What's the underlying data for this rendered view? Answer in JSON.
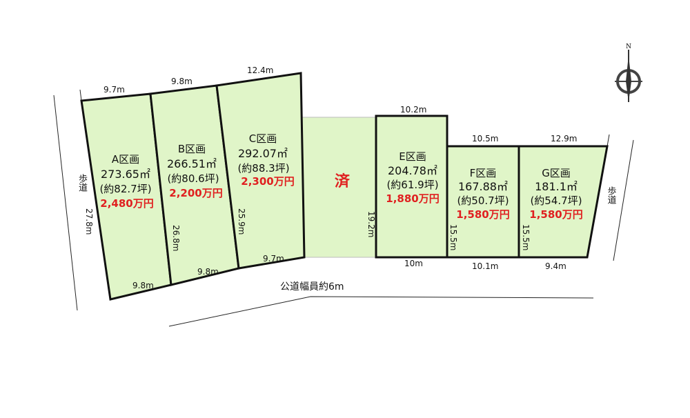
{
  "lots": [
    {
      "name": "A区画",
      "area": "273.65㎡",
      "tsubo": "(約82.7坪)",
      "price": "2,480万円",
      "dims": {
        "top": "9.7m",
        "side": "27.8m",
        "bottom": "9.8m"
      }
    },
    {
      "name": "B区画",
      "area": "266.51㎡",
      "tsubo": "(約80.6坪)",
      "price": "2,200万円",
      "dims": {
        "top": "9.8m",
        "side": "26.8m",
        "bottom": "9.8m"
      }
    },
    {
      "name": "C区画",
      "area": "292.07㎡",
      "tsubo": "(約88.3坪)",
      "price": "2,300万円",
      "dims": {
        "top": "12.4m",
        "side": "25.9m",
        "bottom": "9.7m"
      }
    },
    {
      "name": "E区画",
      "area": "204.78㎡",
      "tsubo": "(約61.9坪)",
      "price": "1,880万円",
      "dims": {
        "top": "10.2m",
        "side": "19.2m",
        "bottom": "10m"
      }
    },
    {
      "name": "F区画",
      "area": "167.88㎡",
      "tsubo": "(約50.7坪)",
      "price": "1,580万円",
      "dims": {
        "top": "10.5m",
        "side": "15.5m",
        "bottom": "10.1m"
      }
    },
    {
      "name": "G区画",
      "area": "181.1㎡",
      "tsubo": "(約54.7坪)",
      "price": "1,580万円",
      "dims": {
        "top": "12.9m",
        "side": "15.5m",
        "bottom": "9.4m"
      }
    }
  ],
  "sold_label": "済",
  "sidewalk_left": "歩道",
  "sidewalk_right": "歩道",
  "road_label": "公道幅員約6m",
  "compass": "N",
  "colors": {
    "lot_fill": "#e0f5c8",
    "price": "#e02020"
  }
}
